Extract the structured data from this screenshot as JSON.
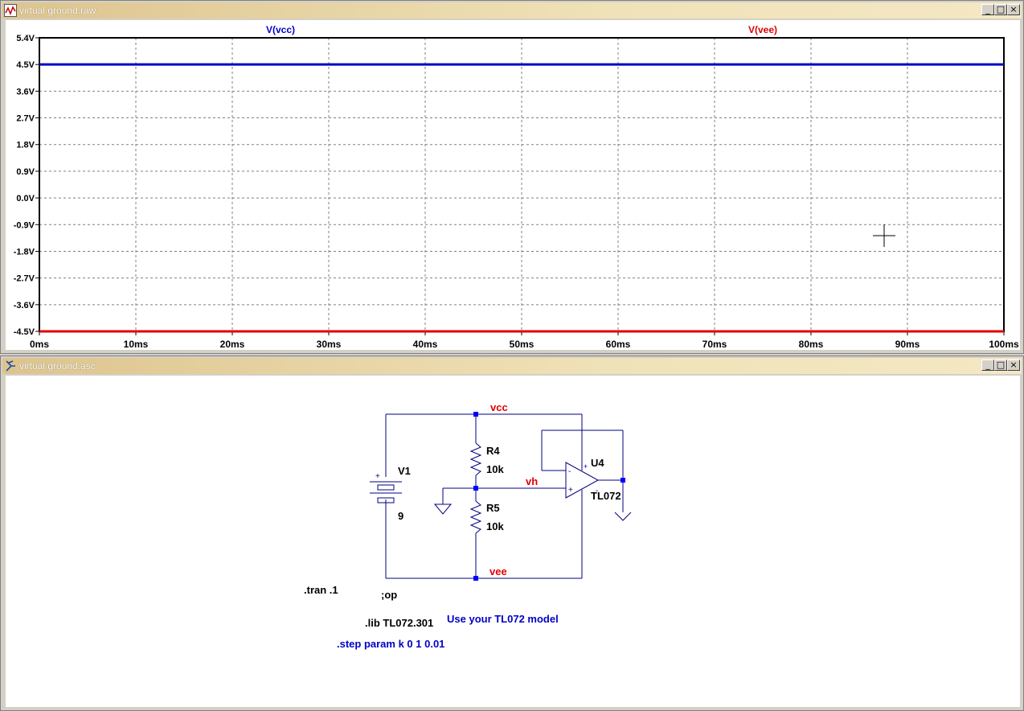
{
  "plot_window": {
    "title": "virtual ground.raw",
    "buttons": {
      "minimize": "_",
      "restore": "□",
      "close": "×"
    }
  },
  "schematic_window": {
    "title": "virtual ground.asc",
    "buttons": {
      "minimize": "_",
      "restore": "□",
      "close": "×"
    }
  },
  "chart_data": {
    "type": "line",
    "x_unit": "ms",
    "xlim": [
      0,
      100
    ],
    "ylim": [
      -4.5,
      5.4
    ],
    "x_ticks": [
      "0ms",
      "10ms",
      "20ms",
      "30ms",
      "40ms",
      "50ms",
      "60ms",
      "70ms",
      "80ms",
      "90ms",
      "100ms"
    ],
    "y_ticks": [
      "5.4V",
      "4.5V",
      "3.6V",
      "2.7V",
      "1.8V",
      "0.9V",
      "0.0V",
      "-0.9V",
      "-1.8V",
      "-2.7V",
      "-3.6V",
      "-4.5V"
    ],
    "y_tick_values": [
      5.4,
      4.5,
      3.6,
      2.7,
      1.8,
      0.9,
      0.0,
      -0.9,
      -1.8,
      -2.7,
      -3.6,
      -4.5
    ],
    "grid": true,
    "series": [
      {
        "name": "V(vcc)",
        "color": "#0000c8",
        "x": [
          0,
          100
        ],
        "values": [
          4.5,
          4.5
        ]
      },
      {
        "name": "V(vee)",
        "color": "#e00000",
        "x": [
          0,
          100
        ],
        "values": [
          -4.5,
          -4.5
        ]
      }
    ]
  },
  "schematic": {
    "nets": {
      "vcc": "vcc",
      "vee": "vee",
      "vh": "vh"
    },
    "v1": {
      "name": "V1",
      "value": "9",
      "plus": "+"
    },
    "r4": {
      "name": "R4",
      "value": "10k"
    },
    "r5": {
      "name": "R5",
      "value": "10k"
    },
    "u4": {
      "name": "U4",
      "model": "TL072",
      "minus_top": "-",
      "plus_top": "+",
      "plus_in": "+",
      "minus_out": "-"
    },
    "directives": {
      "tran": ".tran .1",
      "op": ";op",
      "lib": ".lib TL072.301",
      "comment": "Use your TL072 model",
      "step": ".step param k 0 1 0.01"
    },
    "colors": {
      "wire": "#000080",
      "net_label": "#e00000",
      "comment": "#0000c8",
      "junction": "#0000ff"
    }
  }
}
